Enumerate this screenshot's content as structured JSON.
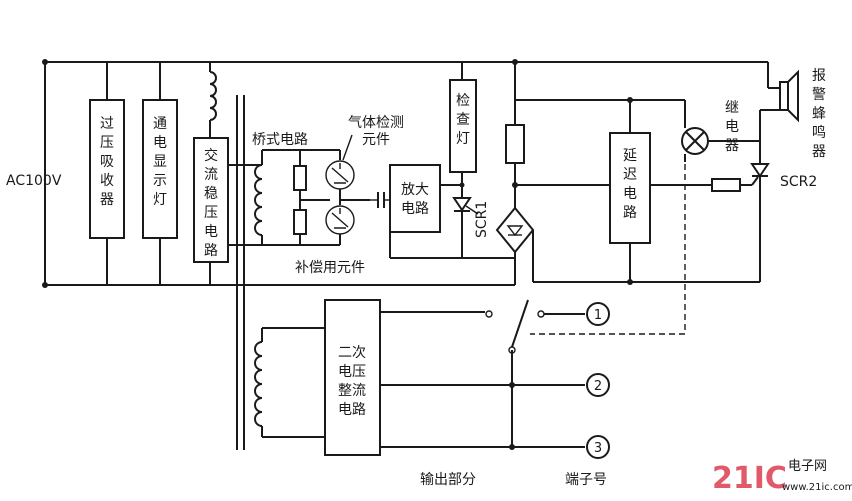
{
  "labels": {
    "ac_source": "AC100V",
    "overvoltage_absorber": "过压吸收器",
    "power_indicator_lamp": "通电显示灯",
    "ac_regulator": "交流稳压电路",
    "bridge_circuit": "桥式电路",
    "gas_sensor": "气体检测元件",
    "amplifier": "放大电路",
    "inspect_lamp": "检查灯",
    "scr1": "SCR1",
    "delay_circuit": "延迟电路",
    "relay": "继电器",
    "alarm_buzzer": "报警蜂鸣器",
    "scr2": "SCR2",
    "compensation": "补偿用元件",
    "secondary_rectifier": "二次电压整流电路",
    "output_section": "输出部分",
    "terminal_number": "端子号",
    "terminal_1": "1",
    "terminal_2": "2",
    "terminal_3": "3"
  },
  "watermark": {
    "brand": "21IC",
    "sub_top": "电子网",
    "sub_bottom": "www.21ic.com",
    "color": "#e05a6a"
  }
}
